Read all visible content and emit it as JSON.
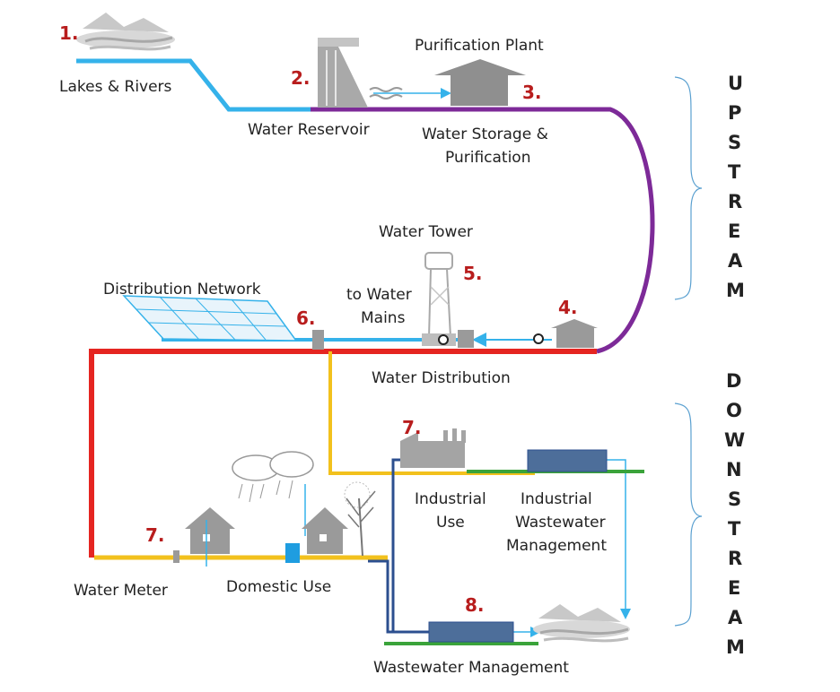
{
  "colors": {
    "raw_water": "#35b2ea",
    "treated_water": "#7d2a98",
    "distribution": "#e52521",
    "service": "#f2c11d",
    "wastewater": "#2c4f8f",
    "ground": "#3aa33a",
    "building": "#9a9a9a",
    "tank": "#4d6e9a"
  },
  "numbers": {
    "n1": "1.",
    "n2": "2.",
    "n3": "3.",
    "n4": "4.",
    "n5": "5.",
    "n6": "6.",
    "n7_domestic": "7.",
    "n7_industrial": "7.",
    "n8": "8."
  },
  "labels": {
    "lakes_rivers": "Lakes & Rivers",
    "water_reservoir": "Water Reservoir",
    "purification_plant": "Purification Plant",
    "water_storage_line1": "Water Storage &",
    "water_storage_line2": "Purification",
    "water_tower": "Water Tower",
    "distribution_network": "Distribution Network",
    "to_water_line1": "to Water",
    "to_water_line2": "Mains",
    "water_distribution": "Water Distribution",
    "industrial_use_line1": "Industrial",
    "industrial_use_line2": "Use",
    "industrial_ww_line1": "Industrial",
    "industrial_ww_line2": "Wastewater",
    "industrial_ww_line3": "Management",
    "water_meter": "Water Meter",
    "domestic_use": "Domestic Use",
    "wastewater_management": "Wastewater Management"
  },
  "sections": {
    "upstream": [
      "U",
      "P",
      "S",
      "T",
      "R",
      "E",
      "A",
      "M"
    ],
    "downstream": [
      "D",
      "O",
      "W",
      "N",
      "S",
      "T",
      "R",
      "E",
      "A",
      "M"
    ]
  },
  "icons": {
    "lake": "lake-mountain-icon",
    "dam": "dam-icon",
    "plant": "purification-plant-icon",
    "pump": "pump-station-icon",
    "tower": "water-tower-icon",
    "grid": "distribution-grid-icon",
    "house": "house-icon",
    "factory": "factory-icon",
    "cloud": "rain-cloud-icon",
    "tree": "tree-icon",
    "tank": "treatment-tank-icon"
  }
}
